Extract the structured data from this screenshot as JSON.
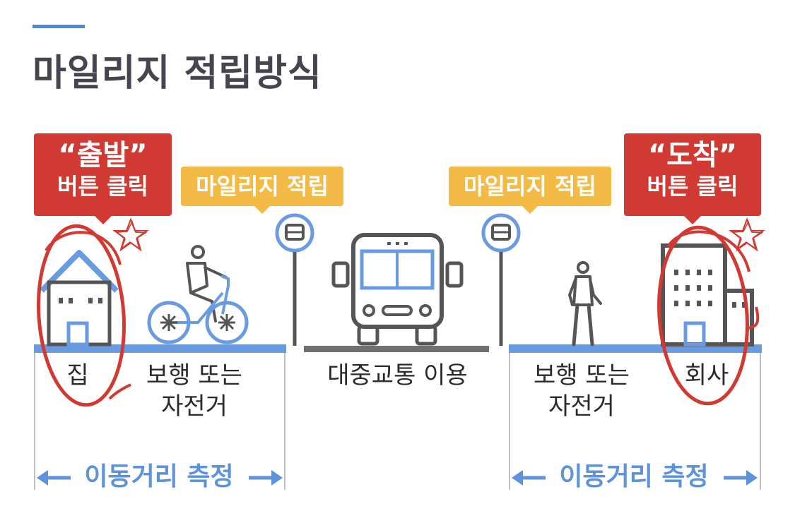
{
  "title": "마일리지 적립방식",
  "colors": {
    "accent": "#4b87d6",
    "red": "#d13a32",
    "yellow": "#f3bb45",
    "blue_ground": "#6a9be0",
    "gray_ground": "#6f6f74",
    "icon_gray": "#555555",
    "icon_blue": "#6a9be0"
  },
  "callouts": {
    "start": {
      "line1": "“출발”",
      "line2": "버튼 클릭"
    },
    "mileage_left": "마일리지 적립",
    "mileage_right": "마일리지 적립",
    "arrive": {
      "line1": "“도착”",
      "line2": "버튼 클릭"
    }
  },
  "labels": {
    "home": "집",
    "walk_bike_left_1": "보행 또는",
    "walk_bike_left_2": "자전거",
    "transit": "대중교통 이용",
    "walk_bike_right_1": "보행 또는",
    "walk_bike_right_2": "자전거",
    "office": "회사"
  },
  "measure": {
    "left": "이동거리 측정",
    "right": "이동거리 측정"
  },
  "icons": [
    "house-icon",
    "bicycle-rider-icon",
    "bus-stop-sign-icon",
    "bus-icon",
    "pedestrian-icon",
    "office-building-icon",
    "star-doodle-icon",
    "arrow-left-icon",
    "arrow-right-icon"
  ]
}
